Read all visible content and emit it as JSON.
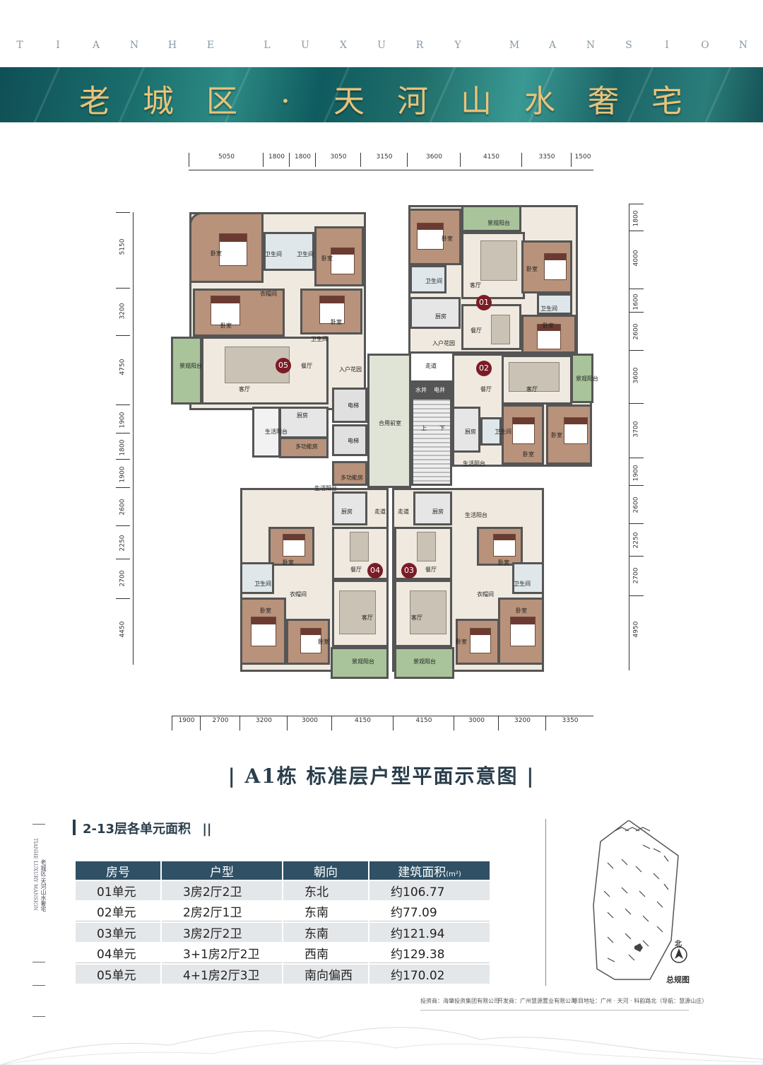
{
  "header": {
    "letters": [
      "T",
      "I",
      "A",
      "N",
      "H",
      "E",
      " ",
      "L",
      "U",
      "X",
      "U",
      "R",
      "Y",
      " ",
      "M",
      "A",
      "N",
      "S",
      "I",
      "O",
      "N"
    ],
    "banner_chars": [
      "老",
      "城",
      "区",
      "·",
      "天",
      "河",
      "山",
      "水",
      "奢",
      "宅"
    ]
  },
  "plan": {
    "top_dims": [
      "5050",
      "1800",
      "1800",
      "3050",
      "3150",
      "3600",
      "4150",
      "3350",
      "1500"
    ],
    "bottom_dims": [
      "1900",
      "2700",
      "3200",
      "3000",
      "4150",
      "4150",
      "3000",
      "3200",
      "3350"
    ],
    "left_dims": [
      "5150",
      "3200",
      "4750",
      "1900",
      "1800",
      "1900",
      "2600",
      "2250",
      "2700",
      "4450"
    ],
    "right_dims": [
      "1800",
      "4000",
      "1600",
      "2600",
      "3600",
      "3700",
      "1900",
      "2600",
      "2250",
      "2700",
      "4950"
    ],
    "unit_numbers": [
      "01",
      "02",
      "03",
      "04",
      "05"
    ],
    "labels": {
      "bedroom": "卧室",
      "bathroom": "卫生间",
      "living": "客厅",
      "dining": "餐厅",
      "kitchen": "厨房",
      "closet": "衣帽间",
      "view_balcony": "景观阳台",
      "living_balcony": "生活阳台",
      "entry_garden": "入户花园",
      "corridor": "走道",
      "public_hall": "合用前室",
      "elevator": "电梯",
      "water_well": "水井",
      "elec_well": "电井",
      "multi_room": "多功能房",
      "up": "上",
      "down": "下"
    }
  },
  "figure_title": "| A1栋 标准层户型平面示意图 |",
  "area_section": {
    "title": "2-13层各单元面积",
    "bars": "||",
    "headers": [
      "房号",
      "户型",
      "朝向",
      "建筑面积"
    ],
    "header_unit": "(m²)",
    "rows": [
      [
        "01单元",
        "3房2厅2卫",
        "东北",
        "约106.77"
      ],
      [
        "02单元",
        "2房2厅1卫",
        "东南",
        "约77.09"
      ],
      [
        "03单元",
        "3房2厅2卫",
        "东南",
        "约121.94"
      ],
      [
        "04单元",
        "3+1房2厅2卫",
        "西南",
        "约129.38"
      ],
      [
        "05单元",
        "4+1房2厅3卫",
        "南向偏西",
        "约170.02"
      ]
    ]
  },
  "site_plan": {
    "north": "北",
    "label": "总规图"
  },
  "sidebar_text": "老城区·天河山水奢宅",
  "sidebar_en": "TIANHE LUXURY MANSION",
  "footer": {
    "investor": "投资商：海肇投资集团有限公司",
    "developer": "开发商：广州慧源置业有限公司",
    "address": "项目地址：广州 · 天河 · 科韵路北（导航：慧源山庄）"
  },
  "colors": {
    "banner": "#1a6f6d",
    "gold": "#e8c37a",
    "table_header": "#2f5065",
    "unit_badge": "#7a1c26"
  }
}
